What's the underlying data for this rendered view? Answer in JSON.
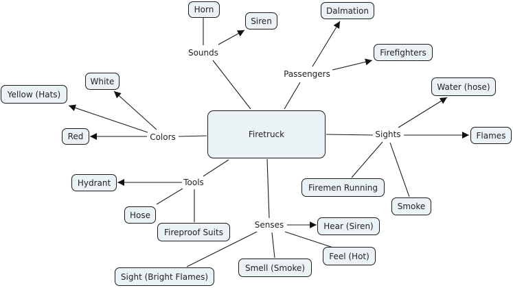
{
  "title": "Firetruck",
  "colors": {
    "node_fill": "#ebf2f5",
    "node_border": "#1a1a1a",
    "line": "#1a1a1a",
    "text": "#222222"
  },
  "nodes": {
    "firetruck": "Firetruck",
    "horn": "Horn",
    "siren": "Siren",
    "dalmation": "Dalmation",
    "firefighters": "Firefighters",
    "white": "White",
    "yellow_hats": "Yellow (Hats)",
    "red": "Red",
    "water_hose": "Water (hose)",
    "flames": "Flames",
    "firemen_running": "Firemen Running",
    "smoke": "Smoke",
    "hydrant": "Hydrant",
    "hose": "Hose",
    "fireproof_suits": "Fireproof Suits",
    "hear_siren": "Hear (Siren)",
    "feel_hot": "Feel (Hot)",
    "smell_smoke": "Smell (Smoke)",
    "sight_bright_flames": "Sight (Bright Flames)"
  },
  "linking_phrases": {
    "sounds": "Sounds",
    "passengers": "Passengers",
    "colors": "Colors",
    "sights": "Sights",
    "tools": "Tools",
    "senses": "Senses"
  },
  "connections": [
    {
      "from": "firetruck",
      "via": "sounds",
      "to": [
        "horn",
        "siren"
      ],
      "arrows": [
        "siren"
      ]
    },
    {
      "from": "firetruck",
      "via": "passengers",
      "to": [
        "dalmation",
        "firefighters"
      ],
      "arrows": [
        "dalmation",
        "firefighters"
      ]
    },
    {
      "from": "firetruck",
      "via": "colors",
      "to": [
        "white",
        "yellow_hats",
        "red"
      ],
      "arrows": [
        "white",
        "yellow_hats",
        "red"
      ]
    },
    {
      "from": "firetruck",
      "via": "sights",
      "to": [
        "water_hose",
        "flames",
        "firemen_running",
        "smoke"
      ],
      "arrows": [
        "water_hose",
        "flames"
      ]
    },
    {
      "from": "firetruck",
      "via": "tools",
      "to": [
        "hydrant",
        "hose",
        "fireproof_suits"
      ],
      "arrows": [
        "hydrant"
      ]
    },
    {
      "from": "firetruck",
      "via": "senses",
      "to": [
        "hear_siren",
        "feel_hot",
        "smell_smoke",
        "sight_bright_flames"
      ],
      "arrows": [
        "hear_siren"
      ]
    }
  ]
}
